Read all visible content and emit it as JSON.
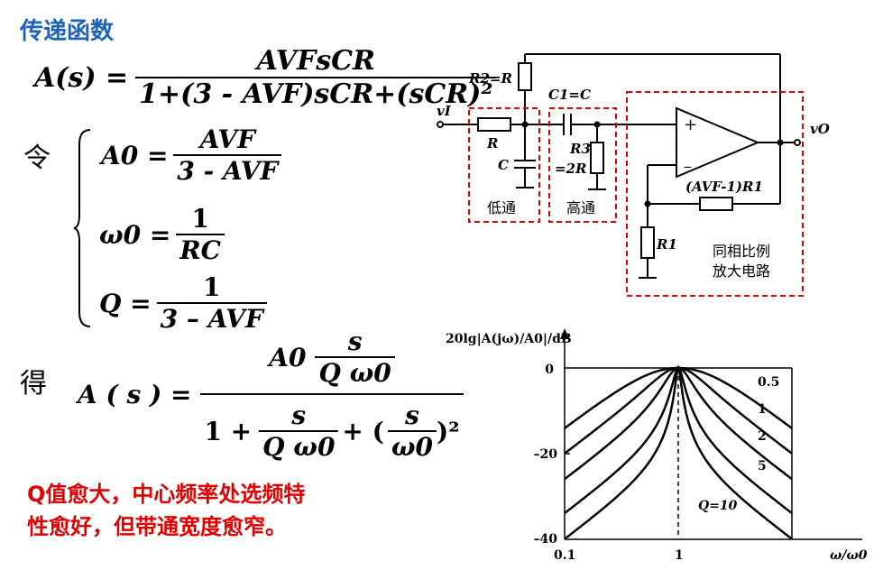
{
  "title": "传递函数",
  "conclusion_line1": "Q值愈大，中心频率处选频特",
  "conclusion_line2": "性愈好，但带通宽度愈窄。",
  "labels": {
    "ling": "令",
    "de": "得"
  },
  "formula_As": {
    "lhs": "A(s) =",
    "numerator": "AVFsCR",
    "denominator": "1+(3 - AVF)sCR+(sCR)²"
  },
  "conditions": {
    "A0_lhs": "A0 =",
    "A0_num": "AVF",
    "A0_den": "3 - AVF",
    "w0_lhs": "ω0 =",
    "w0_num": "1",
    "w0_den": "RC",
    "Q_lhs": "Q =",
    "Q_num": "1",
    "Q_den": "3 – AVF"
  },
  "result": {
    "lhs": "A ( s ) =",
    "num_A0": "A0",
    "num_s": "s",
    "num_Qw0": "Q ω0",
    "den_1": "1 +",
    "den_s": "s",
    "den_Qw0": "Q ω0",
    "den_plus": "+ (",
    "den_s2": "s",
    "den_w0": "ω0",
    "den_close": ")²"
  },
  "circuit": {
    "vi": "vI",
    "vo": "vO",
    "r2": "R2=R",
    "c1": "C1=C",
    "r": "R",
    "c": "C",
    "r3a": "R3",
    "r3b": "=2R",
    "plus": "+",
    "minus": "–",
    "feedback": "(AVF-1)R1",
    "r1": "R1",
    "lowpass": "低通",
    "highpass": "高通",
    "amp1": "同相比例",
    "amp2": "放大电路"
  },
  "chart_data": {
    "type": "line",
    "ylabel": "20lg|A(jω)/A0|/dB",
    "xlabel": "ω/ω0",
    "x_scale": "log",
    "xlim": [
      0.1,
      10
    ],
    "ylim": [
      -40,
      0
    ],
    "xticks": [
      "0.1",
      "1"
    ],
    "yticks": [
      "0",
      "–20",
      "–40"
    ],
    "series": [
      {
        "name": "0.5",
        "Q": 0.5
      },
      {
        "name": "1",
        "Q": 1
      },
      {
        "name": "2",
        "Q": 2
      },
      {
        "name": "5",
        "Q": 5
      },
      {
        "name": "Q=10",
        "Q": 10
      }
    ]
  },
  "colors": {
    "title": "#1f63b8",
    "conclusion": "#e00000",
    "dashed_box": "#e00000"
  }
}
